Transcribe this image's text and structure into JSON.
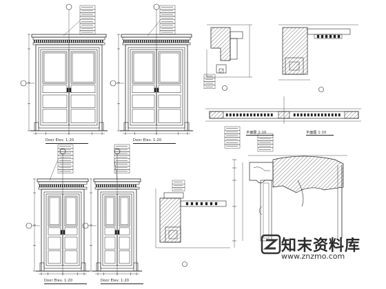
{
  "sheet": {
    "elevations": [
      {
        "id": "door-elevation-1",
        "caption": "Door Elev. 1:20"
      },
      {
        "id": "door-elevation-2",
        "caption": "Door Elev. 1:20"
      },
      {
        "id": "door-elevation-3",
        "caption": "Door Elev. 1:20"
      },
      {
        "id": "door-elevation-4",
        "caption": "Door Elev. 1:20"
      }
    ],
    "plan_captions": [
      "平面图 1:10",
      "平面图 1:10"
    ]
  },
  "watermark": {
    "name": "知末资料库",
    "url": "www.znzmo.com"
  },
  "colors": {
    "line": "#222222",
    "hatch": "#555555",
    "paper": "#ffffff"
  }
}
